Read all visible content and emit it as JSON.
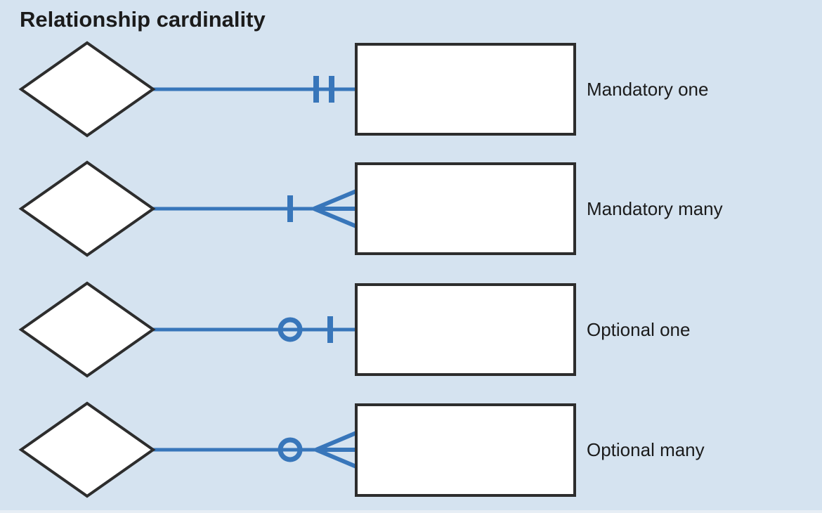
{
  "title": "Relationship cardinality",
  "colors": {
    "background": "#d5e3f0",
    "line": "#3876ba",
    "shape_border": "#2d2d2d",
    "shape_fill": "#ffffff",
    "text": "#1b1b1b",
    "edge_strip": "#e7eef5"
  },
  "rows": [
    {
      "label": "Mandatory one",
      "symbol": "two-ticks-icon"
    },
    {
      "label": "Mandatory many",
      "symbol": "tick-crowfoot-icon"
    },
    {
      "label": "Optional one",
      "symbol": "circle-tick-icon"
    },
    {
      "label": "Optional many",
      "symbol": "circle-crowfoot-icon"
    }
  ]
}
